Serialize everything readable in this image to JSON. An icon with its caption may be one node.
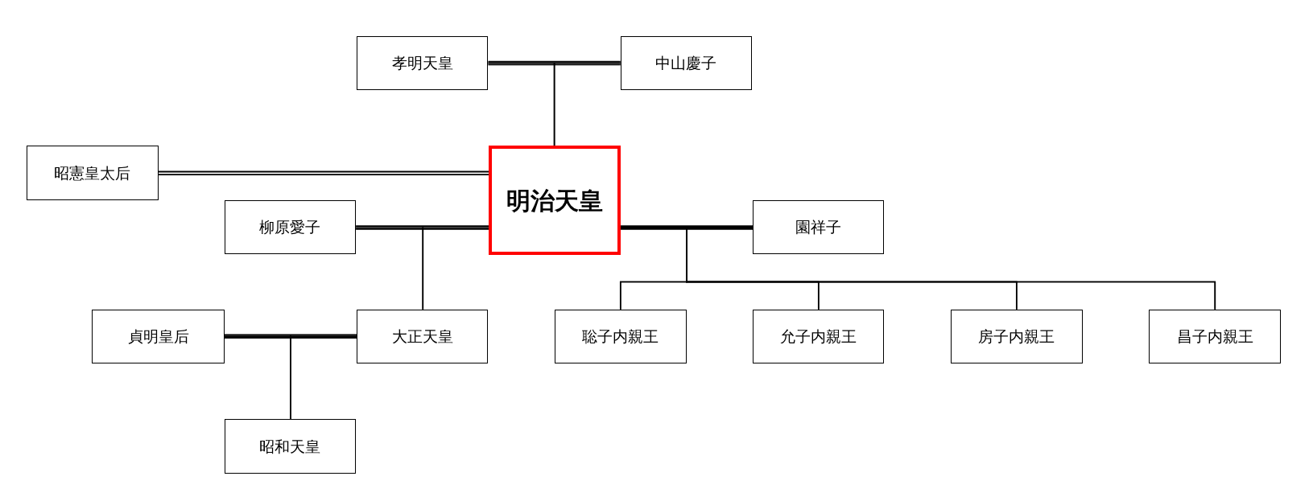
{
  "diagram": {
    "nodes": [
      {
        "text": [
          "孝明天皇"
        ]
      },
      {
        "text": [
          "中山慶子"
        ]
      },
      {
        "text": [
          "昭憲皇太后"
        ]
      },
      {
        "text": [
          "明治天皇"
        ]
      },
      {
        "text": [
          "柳原愛子"
        ]
      },
      {
        "text": [
          "園祥子"
        ]
      },
      {
        "text": [
          "貞明皇后"
        ]
      },
      {
        "text": [
          "大正天皇"
        ]
      },
      {
        "text": [
          "聡子内親王"
        ]
      },
      {
        "text": [
          "允子内親王"
        ]
      },
      {
        "text": [
          "房子内親王"
        ]
      },
      {
        "text": [
          "昌子内親王"
        ]
      },
      {
        "text": [
          "昭和天皇"
        ]
      }
    ],
    "edges": [
      {
        "from": 0,
        "to": 1,
        "arrow": "none",
        "style": "thick"
      },
      {
        "from": 0,
        "to": 3,
        "arrow": "none"
      },
      {
        "from": 1,
        "to": 3,
        "arrow": "none"
      },
      {
        "from": 2,
        "to": 3,
        "arrow": "none",
        "style": "thick"
      },
      {
        "from": 4,
        "to": 3,
        "arrow": "none",
        "style": "thick"
      },
      {
        "from": 3,
        "to": 5,
        "arrow": "none",
        "style": "thick"
      },
      {
        "from": 4,
        "to": 7,
        "arrow": "none"
      },
      {
        "from": 3,
        "to": 7,
        "arrow": "none"
      },
      {
        "from": 3,
        "to": 8,
        "arrow": "none"
      },
      {
        "from": 5,
        "to": 8,
        "arrow": "none"
      },
      {
        "from": 3,
        "to": 9,
        "arrow": "none"
      },
      {
        "from": 5,
        "to": 9,
        "arrow": "none"
      },
      {
        "from": 3,
        "to": 10,
        "arrow": "none"
      },
      {
        "from": 5,
        "to": 10,
        "arrow": "none"
      },
      {
        "from": 3,
        "to": 11,
        "arrow": "none"
      },
      {
        "from": 5,
        "to": 11,
        "arrow": "none"
      },
      {
        "from": 6,
        "to": 7,
        "arrow": "none",
        "style": "thick"
      },
      {
        "from": 6,
        "to": 12,
        "arrow": "none"
      },
      {
        "from": 7,
        "to": 12,
        "arrow": "none"
      }
    ]
  }
}
